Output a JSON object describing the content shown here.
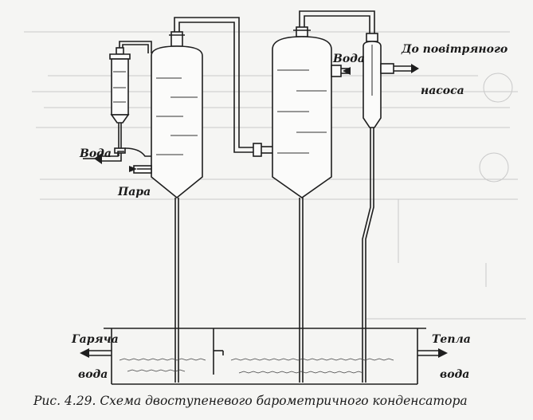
{
  "labels": {
    "water_in_left": "Вода",
    "steam_in": "Пара",
    "water_in_right": "Вода",
    "to_air_pump_line1": "До повітряного",
    "to_air_pump_line2": "насоса",
    "hot_water_line1": "Гаряча",
    "hot_water_line2": "вода",
    "warm_water_line1": "Тепла",
    "warm_water_line2": "вода"
  },
  "caption": "Рис. 4.29. Схема двоступеневого барометричного конденсатора",
  "colors": {
    "ink": "#1e1e1e",
    "paper": "#f5f5f3"
  }
}
